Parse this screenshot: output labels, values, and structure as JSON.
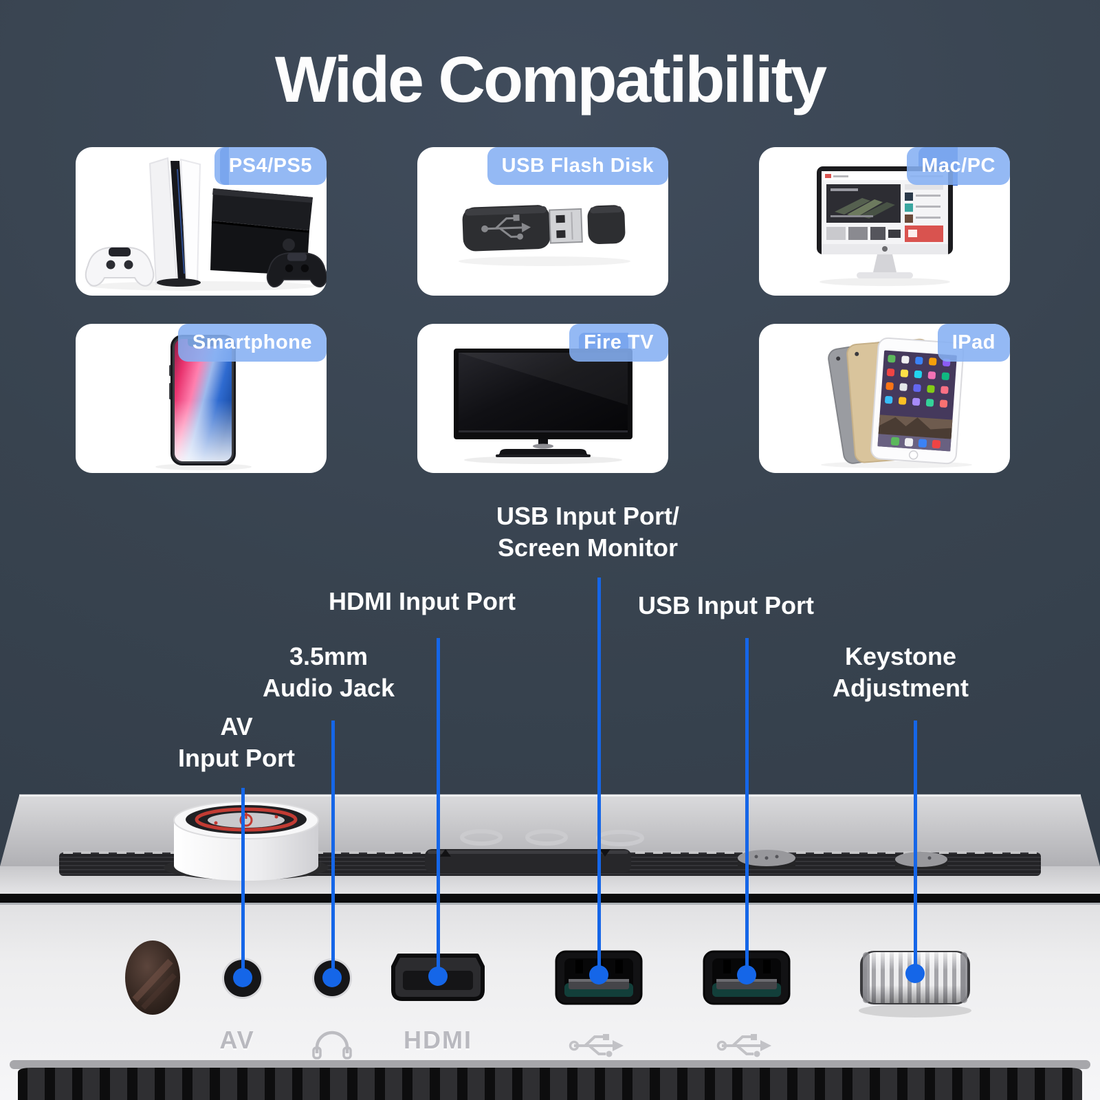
{
  "title": "Wide Compatibility",
  "colors": {
    "background": "#38434f",
    "badge_blue": "#85aff3",
    "badge_dark_blue": "#2f62cf",
    "leader_line_blue": "#1566e8",
    "card_background": "#ffffff",
    "text_white": "#ffffff",
    "port_label_gray": "#b9b9bf"
  },
  "cards": [
    {
      "label": "PS4/PS5",
      "device": "playstation-consoles"
    },
    {
      "label": "USB Flash Disk",
      "device": "usb-flash-drive"
    },
    {
      "label": "Mac/PC",
      "device": "imac-computer"
    },
    {
      "label": "Smartphone",
      "device": "iphone"
    },
    {
      "label": "Fire TV",
      "device": "television"
    },
    {
      "label": "IPad",
      "device": "ipad-tablets"
    }
  ],
  "callouts": {
    "usb_screen": {
      "line1": "USB Input Port/",
      "line2": "Screen Monitor"
    },
    "hdmi": {
      "line1": "HDMI Input Port"
    },
    "usb": {
      "line1": "USB Input Port"
    },
    "audio": {
      "line1": "3.5mm",
      "line2": "Audio Jack"
    },
    "av": {
      "line1": "AV",
      "line2": "Input Port"
    },
    "keystone": {
      "line1": "Keystone",
      "line2": "Adjustment"
    }
  },
  "projector": {
    "av_port_label": "AV",
    "hdmi_port_label": "HDMI",
    "icons": [
      "power-icon",
      "headphone-icon",
      "usb-icon",
      "usb-icon"
    ]
  }
}
